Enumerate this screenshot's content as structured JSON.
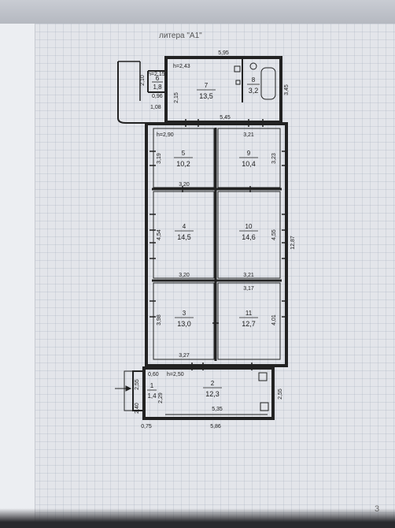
{
  "header": {
    "litera": "литера \"А1\""
  },
  "page_number": "3",
  "rooms": [
    {
      "number": "1",
      "area": "1,4"
    },
    {
      "number": "2",
      "area": "12,3"
    },
    {
      "number": "3",
      "area": "13,0"
    },
    {
      "number": "4",
      "area": "14,5"
    },
    {
      "number": "5",
      "area": "10,2"
    },
    {
      "number": "6",
      "area": "1,8"
    },
    {
      "number": "7",
      "area": "13,5"
    },
    {
      "number": "8",
      "area": "3,2"
    },
    {
      "number": "9",
      "area": "10,4"
    },
    {
      "number": "10",
      "area": "14,6"
    },
    {
      "number": "11",
      "area": "12,7"
    }
  ],
  "heights": {
    "h1": "h=2,15",
    "h2": "h=2,43",
    "h3": "h=2,90",
    "h4": "h=2,50"
  },
  "dimensions": {
    "top_width": "5,95",
    "d_2_10": "2,10",
    "d_2_15": "2,15",
    "d_0_96": "0,96",
    "d_1_08": "1,08",
    "d_3_45": "3,45",
    "d_5_45": "5,45",
    "d_3_21a": "3,21",
    "d_3_19": "3,19",
    "d_3_23": "3,23",
    "d_3_20a": "3,20",
    "d_4_54": "4,54",
    "d_4_55": "4,55",
    "d_12_87": "12,87",
    "d_3_20b": "3,20",
    "d_3_21b": "3,21",
    "d_3_17": "3,17",
    "d_3_98": "3,98",
    "d_4_01": "4,01",
    "d_3_27": "3,27",
    "d_0_60": "0,60",
    "d_2_55a": "2,55",
    "d_2_29": "2,29",
    "d_2_40": "2,40",
    "d_5_35": "5,35",
    "d_2_55b": "2,55",
    "d_0_75": "0,75",
    "d_5_86": "5,86"
  }
}
